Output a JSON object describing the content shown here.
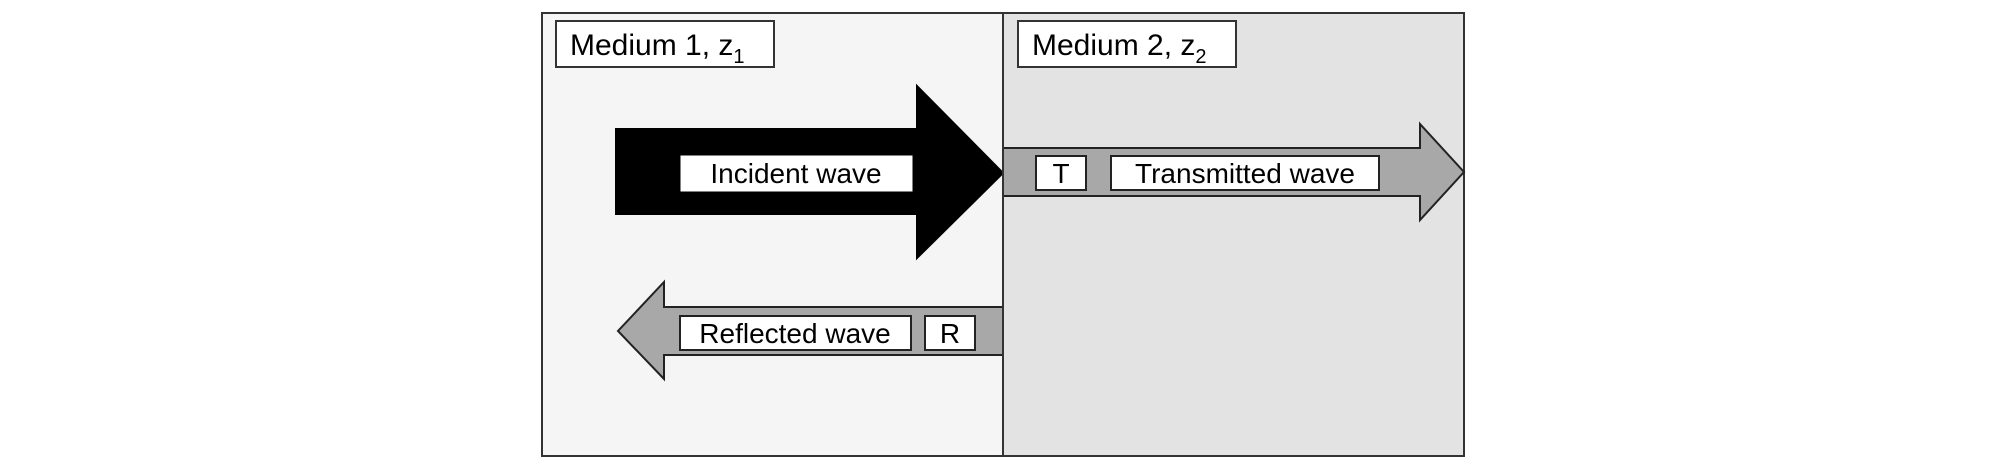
{
  "medium1": {
    "name": "Medium 1, z",
    "subscript": "1"
  },
  "medium2": {
    "name": "Medium 2, z",
    "subscript": "2"
  },
  "incident": {
    "label": "Incident wave"
  },
  "transmitted": {
    "label": "Transmitted wave",
    "symbol": "T"
  },
  "reflected": {
    "label": "Reflected wave",
    "symbol": "R"
  },
  "colors": {
    "medium1_fill": "#f5f5f5",
    "medium2_fill": "#e3e3e3",
    "incident_arrow": "#000000",
    "secondary_arrows": "#a8a8a8",
    "border": "#333333"
  }
}
